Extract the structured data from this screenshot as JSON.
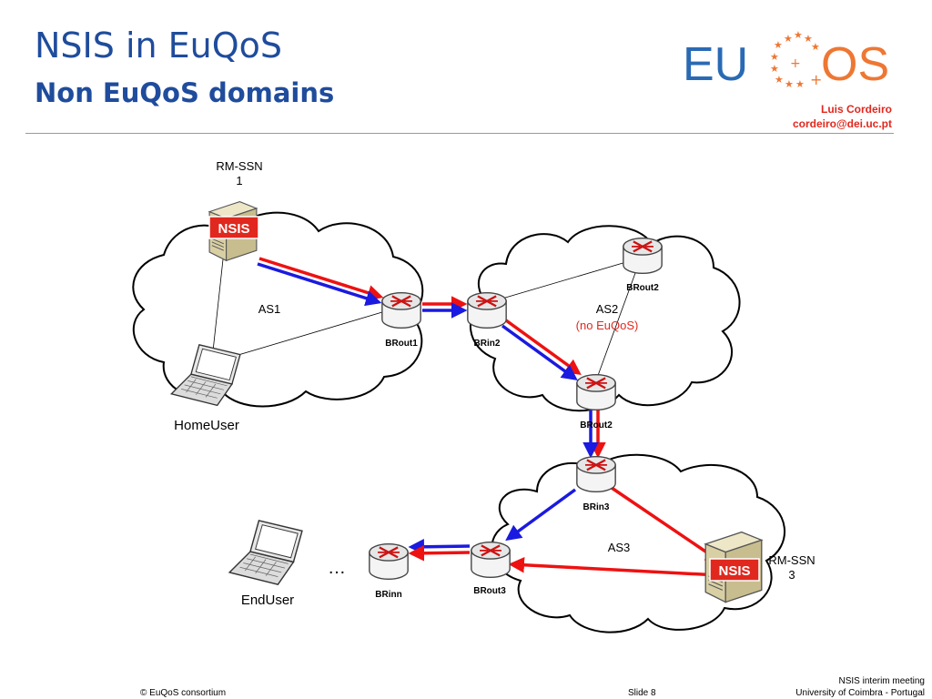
{
  "header": {
    "title": "NSIS in EuQoS",
    "subtitle": "Non EuQoS domains",
    "author_name": "Luis Cordeiro",
    "author_email": "cordeiro@dei.uc.pt",
    "logo_left": "EU",
    "logo_right": "OS"
  },
  "diagram": {
    "clouds": {
      "as1": "AS1",
      "as2": "AS2",
      "as2_note": "(no EuQoS)",
      "as3": "AS3"
    },
    "routers": {
      "brout1": "BRout1",
      "brin2": "BRin2",
      "brout2_top": "BRout2",
      "brout2": "BRout2",
      "brin3": "BRin3",
      "brout3": "BRout3",
      "brinn": "BRinn"
    },
    "servers": {
      "rmssn1_line1": "RM-SSN",
      "rmssn1_line2": "1",
      "rmssn3_line1": "RM-SSN",
      "rmssn3_line2": "3",
      "nsis1": "NSIS",
      "nsis3": "NSIS"
    },
    "hosts": {
      "home_user": "HomeUser",
      "end_user": "EndUser"
    },
    "ellipsis": "…"
  },
  "colors": {
    "title": "#1f4c9c",
    "accent": "#e0281e",
    "signal_red": "#ee1111",
    "signal_blue": "#1a1ae0",
    "logo_blue": "#2a6ab4",
    "logo_orange": "#ee7733"
  },
  "footer": {
    "copyright": "© EuQoS consortium",
    "slide": "Slide 8",
    "meeting": "NSIS interim meeting",
    "university": "University of Coimbra - Portugal"
  }
}
